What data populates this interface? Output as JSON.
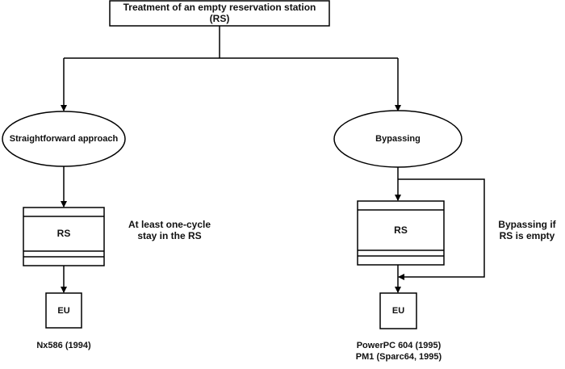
{
  "title": {
    "line1": "Treatment of an empty reservation station",
    "line2": "(RS)"
  },
  "branches": {
    "left": {
      "approach": "Straightforward approach",
      "rs_label": "RS",
      "eu_label": "EU",
      "note_line1": "At least one-cycle",
      "note_line2": "stay in the RS",
      "examples": [
        "Nx586 (1994)"
      ]
    },
    "right": {
      "approach": "Bypassing",
      "rs_label": "RS",
      "eu_label": "EU",
      "note_line1": "Bypassing if",
      "note_line2": "RS is empty",
      "examples": [
        "PowerPC 604 (1995)",
        "PM1 (Sparc64, 1995)"
      ]
    }
  },
  "colors": {
    "stroke": "#000000",
    "background": "#ffffff"
  }
}
